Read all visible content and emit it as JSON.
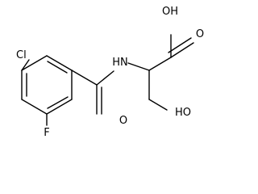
{
  "molecule": {
    "atoms": {
      "cl": "Cl",
      "f": "F",
      "carbonyl_o": "O",
      "nh": "HN",
      "acid_oh": "OH",
      "acid_o": "O",
      "ho": "HO"
    },
    "colors": {
      "bond": "#000000",
      "label": "#000000",
      "background": "#ffffff"
    }
  }
}
